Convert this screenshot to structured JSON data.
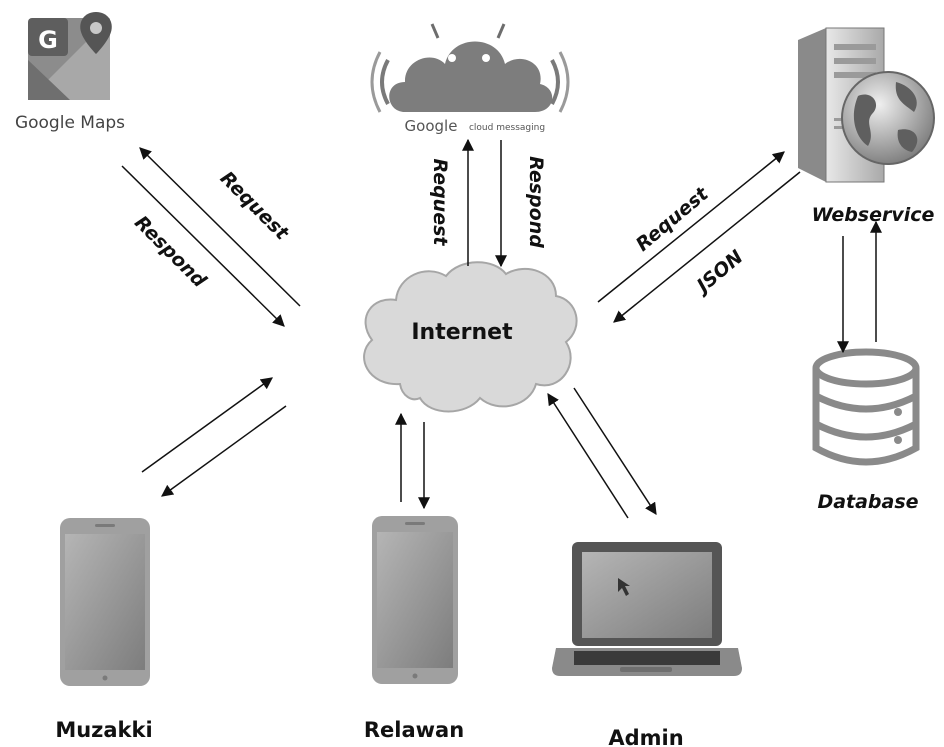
{
  "nodes": {
    "google_maps": {
      "brand": "Google Maps",
      "label": "Google Maps",
      "icon": "google-maps-icon"
    },
    "gcm": {
      "brand": "Google",
      "subtitle": "cloud messaging",
      "icon": "google-cloud-messaging-icon"
    },
    "webservice": {
      "label": "Webservice",
      "icon": "server-globe-icon"
    },
    "database": {
      "label": "Database",
      "icon": "database-icon"
    },
    "internet": {
      "label": "Internet",
      "icon": "cloud-icon"
    },
    "muzakki": {
      "label": "Muzakki",
      "icon": "smartphone-icon"
    },
    "relawan": {
      "label": "Relawan",
      "icon": "smartphone-icon"
    },
    "admin": {
      "label": "Admin",
      "icon": "laptop-icon"
    }
  },
  "edges": {
    "maps_request": "Request",
    "maps_respond": "Respond",
    "gcm_request": "Request",
    "gcm_respond": "Respond",
    "web_request": "Request",
    "web_json": "JSON"
  },
  "colors": {
    "ink": "#111111",
    "device_gray": "#9a9a9a",
    "cloud_fill": "#d9d9d9"
  }
}
